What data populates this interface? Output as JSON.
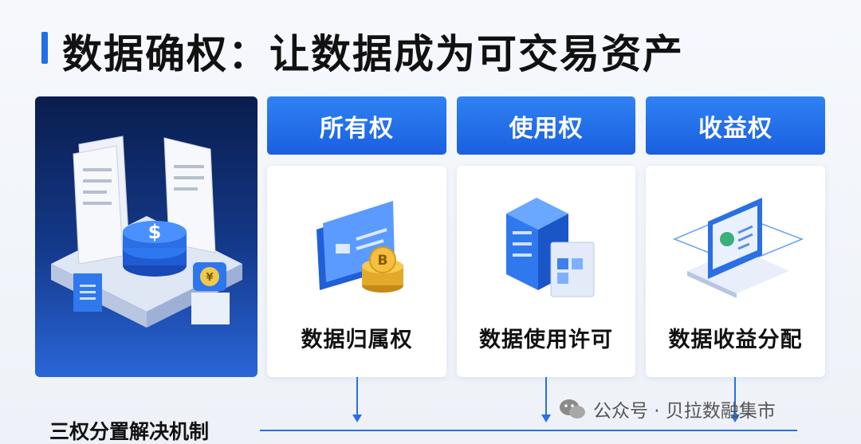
{
  "title": "数据确权：让数据成为可交易资产",
  "columns": [
    {
      "header": "所有权",
      "label": "数据归属权",
      "icon": "card-coin-icon"
    },
    {
      "header": "使用权",
      "label": "数据使用许可",
      "icon": "server-icon"
    },
    {
      "header": "收益权",
      "label": "数据收益分配",
      "icon": "certified-screen-icon"
    }
  ],
  "hero_icon": "documents-coin-platform-icon",
  "mechanism": "三权分置解决机制",
  "watermark": "公众号 · 贝拉数融集市",
  "colors": {
    "accent": "#1f6fe6",
    "header_bg": "#2373ee",
    "hero_bg": "#0f2a6a"
  }
}
